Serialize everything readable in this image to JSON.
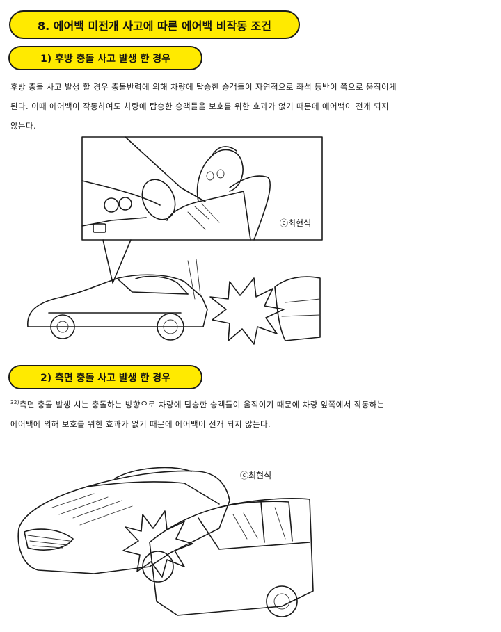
{
  "section": {
    "title": "8. 에어백 미전개 사고에 따른 에어백 비작동 조건"
  },
  "subsection1": {
    "title": "1) 후방 충돌 사고 발생 한 경우",
    "lines": [
      "후방 충돌 사고 발생 할 경우 충돌반력에 의해 차량에 탑승한 승객들이 자연적으로 좌석 등받이 쪽으로 움직이게",
      "된다. 이때 에어백이 작동하여도 차량에 탑승한 승객들을 보호를 위한 효과가 없기 때문에 에어백이 전개 되지",
      "않는다."
    ],
    "illustration_signature": "ⓒ최현식"
  },
  "subsection2": {
    "title": "2) 측면 충돌 사고 발생 한 경우",
    "footnote_mark": "32)",
    "lines": [
      "측면 충돌 발생 시는 충돌하는 방향으로 차량에 탑승한 승객들이 움직이기 때문에 차량 앞쪽에서 작동하는",
      "에어백에 의해 보호를 위한 효과가 없기 때문에 에어백이 전개 되지 않는다."
    ],
    "illustration_signature": "ⓒ최현식"
  }
}
